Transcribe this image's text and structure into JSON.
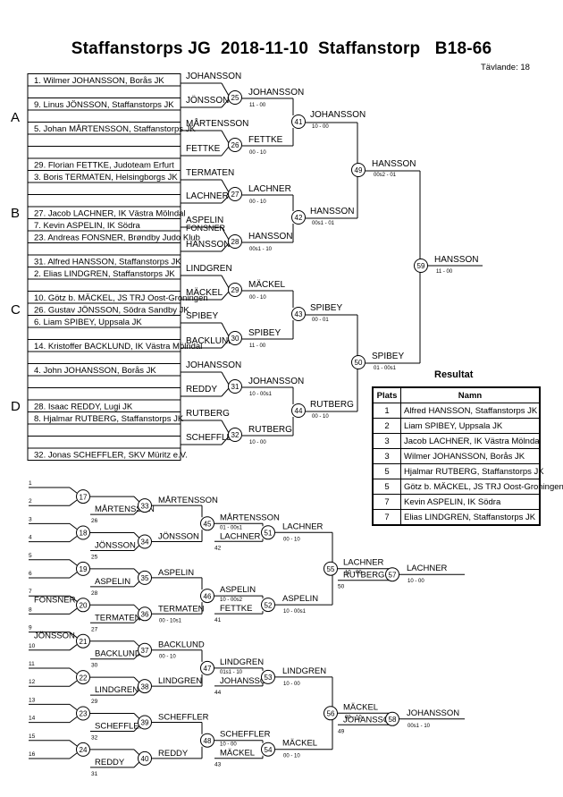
{
  "title": "Staffanstorps JG  2018-11-10  Staffanstorp   B18-66",
  "participants_label": "Tävlande: 18",
  "pools": [
    "A",
    "B",
    "C",
    "D"
  ],
  "slots": [
    "1. Wilmer JOHANSSON, Borås JK",
    "",
    "9. Linus JÖNSSON, Staffanstorps JK",
    "",
    "5. Johan MÅRTENSSON, Staffanstorps JK",
    "",
    "",
    "29. Florian FETTKE, Judoteam Erfurt",
    "3. Boris TERMATEN, Helsingborgs JK",
    "",
    "",
    "27. Jacob LACHNER, IK Västra Mölndal",
    "7. Kevin ASPELIN, IK Södra",
    "23. Andreas FONSNER, Brøndby Judo Klub",
    "",
    "31. Alfred HANSSON, Staffanstorps JK",
    "2. Elias LINDGREN, Staffanstorps JK",
    "",
    "10. Götz b. MÄCKEL, JS TRJ Oost-Groningen",
    "26. Gustav JÖNSSON, Södra Sandby JK",
    "6. Liam SPIBEY, Uppsala JK",
    "",
    "14. Kristoffer BACKLUND, IK Västra Mölndal",
    "",
    "4. John JOHANSSON, Borås JK",
    "",
    "",
    "28. Isaac REDDY, Lugi JK",
    "8. Hjalmar RUTBERG, Staffanstorps JK",
    "",
    "",
    "32. Jonas SCHEFFLER, SKV Müritz e.V."
  ],
  "first_round_names": [
    "JOHANSSON",
    "JÖNSSON",
    "MÅRTENSSON",
    "FETTKE",
    "TERMATEN",
    "LACHNER",
    "ASPELIN",
    "HANSSON",
    "LINDGREN",
    "MÄCKEL",
    "SPIBEY",
    "BACKLUND",
    "JOHANSSON",
    "REDDY",
    "RUTBERG",
    "SCHEFFLER"
  ],
  "first_round_extra": [
    "FONSNER"
  ],
  "main_matches": [
    {
      "no": "25",
      "winner": "JOHANSSON",
      "score": "11 - 00"
    },
    {
      "no": "26",
      "winner": "FETTKE",
      "score": "00 - 10"
    },
    {
      "no": "27",
      "winner": "LACHNER",
      "score": "00 - 10"
    },
    {
      "no": "28",
      "winner": "HANSSON",
      "score": "00s1 - 10"
    },
    {
      "no": "29",
      "winner": "MÄCKEL",
      "score": "00 - 10"
    },
    {
      "no": "30",
      "winner": "SPIBEY",
      "score": "11 - 00"
    },
    {
      "no": "31",
      "winner": "JOHANSSON",
      "score": "10 - 00s1"
    },
    {
      "no": "32",
      "winner": "RUTBERG",
      "score": "10 - 00"
    },
    {
      "no": "41",
      "winner": "JOHANSSON",
      "score": "10 - 00"
    },
    {
      "no": "42",
      "winner": "HANSSON",
      "score": "00s1 - 01"
    },
    {
      "no": "43",
      "winner": "SPIBEY",
      "score": "00 - 01"
    },
    {
      "no": "44",
      "winner": "RUTBERG",
      "score": "00 - 10"
    },
    {
      "no": "49",
      "winner": "HANSSON",
      "score": "00s2 - 01"
    },
    {
      "no": "50",
      "winner": "SPIBEY",
      "score": "01 - 00s1"
    },
    {
      "no": "59",
      "winner": "HANSSON",
      "score": "11 - 00"
    }
  ],
  "repechage_left_numbers": [
    "1",
    "2",
    "3",
    "4",
    "5",
    "6",
    "7",
    "8",
    "9",
    "10",
    "11",
    "12",
    "13",
    "14",
    "15",
    "16"
  ],
  "repechage_round1": [
    {
      "no": "17",
      "top": "",
      "bottom": "MÅRTENSSON",
      "bottom_ref": "26"
    },
    {
      "no": "18",
      "top": "",
      "bottom": "JÖNSSON",
      "bottom_ref": "25"
    },
    {
      "no": "19",
      "top": "",
      "bottom": "ASPELIN",
      "bottom_ref": "28"
    },
    {
      "no": "20",
      "top": "FONSNER",
      "bottom": "TERMATEN",
      "bottom_ref": "27"
    },
    {
      "no": "21",
      "top": "JÖNSSON",
      "bottom": "BACKLUND",
      "bottom_ref": "30"
    },
    {
      "no": "22",
      "top": "",
      "bottom": "LINDGREN",
      "bottom_ref": "29"
    },
    {
      "no": "23",
      "top": "",
      "bottom": "SCHEFFLER",
      "bottom_ref": "32"
    },
    {
      "no": "24",
      "top": "",
      "bottom": "REDDY",
      "bottom_ref": "31"
    }
  ],
  "repechage_round2": [
    {
      "no": "33",
      "winner": "MÅRTENSSON",
      "score": ""
    },
    {
      "no": "34",
      "winner": "JÖNSSON",
      "score": ""
    },
    {
      "no": "35",
      "winner": "ASPELIN",
      "score": ""
    },
    {
      "no": "36",
      "winner": "TERMATEN",
      "score": "00 - 10s1"
    },
    {
      "no": "37",
      "winner": "BACKLUND",
      "score": "00 - 10"
    },
    {
      "no": "38",
      "winner": "LINDGREN",
      "score": ""
    },
    {
      "no": "39",
      "winner": "SCHEFFLER",
      "score": ""
    },
    {
      "no": "40",
      "winner": "REDDY",
      "score": ""
    }
  ],
  "repechage_round3": [
    {
      "no": "45",
      "winner": "MÅRTENSSON",
      "score": "01 - 00s1",
      "ref": "42",
      "opponent": "LACHNER"
    },
    {
      "no": "46",
      "winner": "ASPELIN",
      "score": "10 - 00s2",
      "ref": "41",
      "opponent": "FETTKE"
    },
    {
      "no": "47",
      "winner": "LINDGREN",
      "score": "01s1 - 10",
      "ref": "44",
      "opponent": "JOHANSSON"
    },
    {
      "no": "48",
      "winner": "SCHEFFLER",
      "score": "10 - 00",
      "ref": "43",
      "opponent": "MÄCKEL"
    }
  ],
  "repechage_round4": [
    {
      "no": "51",
      "winner": "LACHNER",
      "score": "00 - 10"
    },
    {
      "no": "52",
      "winner": "ASPELIN",
      "score": "10 - 00s1"
    },
    {
      "no": "53",
      "winner": "LINDGREN",
      "score": "10 - 00"
    },
    {
      "no": "54",
      "winner": "MÄCKEL",
      "score": "00 - 10"
    }
  ],
  "repechage_semis": [
    {
      "no": "55",
      "winner": "LACHNER",
      "score": "10 - 00",
      "ref": "50",
      "opponent": "RUTBERG"
    },
    {
      "no": "56",
      "winner": "MÄCKEL",
      "score": "00 - 10",
      "ref": "49",
      "opponent": "JOHANSSON"
    }
  ],
  "repechage_finals": [
    {
      "no": "57",
      "winner": "LACHNER",
      "score": "10 - 00"
    },
    {
      "no": "58",
      "winner": "JOHANSSON",
      "score": "00s1 - 10"
    }
  ],
  "results": {
    "title": "Resultat",
    "headers": [
      "Plats",
      "Namn"
    ],
    "rows": [
      {
        "place": "1",
        "name": "Alfred HANSSON, Staffanstorps JK"
      },
      {
        "place": "2",
        "name": "Liam SPIBEY, Uppsala JK"
      },
      {
        "place": "3",
        "name": "Jacob LACHNER, IK Västra Mölndal"
      },
      {
        "place": "3",
        "name": "Wilmer JOHANSSON, Borås JK"
      },
      {
        "place": "5",
        "name": "Hjalmar RUTBERG, Staffanstorps JK"
      },
      {
        "place": "5",
        "name": "Götz b. MÄCKEL, JS TRJ Oost-Groningen"
      },
      {
        "place": "7",
        "name": "Kevin ASPELIN, IK Södra"
      },
      {
        "place": "7",
        "name": "Elias LINDGREN, Staffanstorps JK"
      }
    ]
  }
}
